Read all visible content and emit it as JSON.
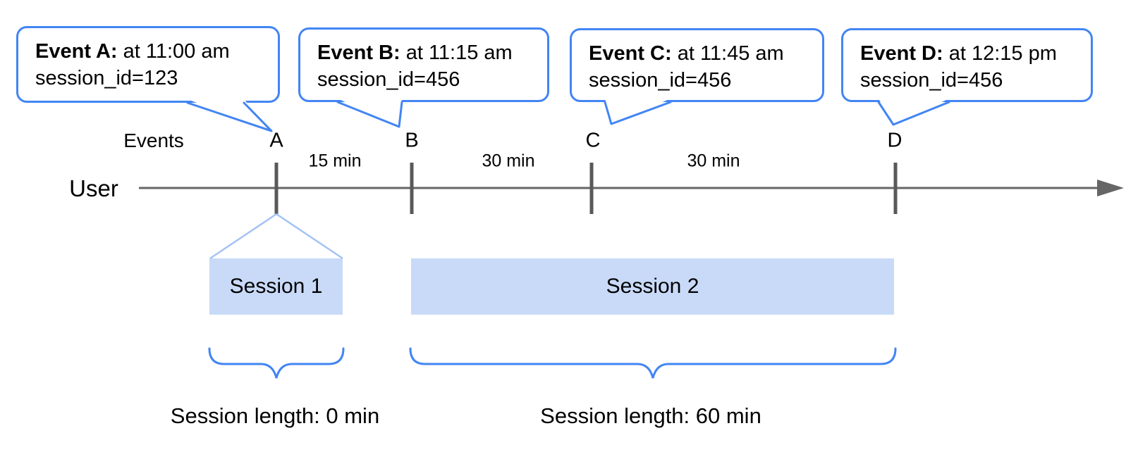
{
  "colors": {
    "accent_blue": "#4285F4",
    "light_blue_fill": "#C9DAF8",
    "light_blue_line": "#A4C2F4",
    "timeline_gray": "#666666",
    "tick_gray": "#595959",
    "text_black": "#000000"
  },
  "callouts": [
    {
      "title": "Event A:",
      "time_text": " at 11:00 am",
      "session_text": "session_id=123"
    },
    {
      "title": "Event B:",
      "time_text": " at 11:15 am",
      "session_text": "session_id=456"
    },
    {
      "title": "Event C:",
      "time_text": " at 11:45 am",
      "session_text": "session_id=456"
    },
    {
      "title": "Event D:",
      "time_text": " at 12:15 pm",
      "session_text": "session_id=456"
    }
  ],
  "timeline": {
    "axis_label": "Events",
    "row_label": "User",
    "markers": [
      "A",
      "B",
      "C",
      "D"
    ],
    "intervals": [
      "15 min",
      "30 min",
      "30 min"
    ]
  },
  "sessions": [
    {
      "label": "Session 1",
      "length": "Session length: 0 min"
    },
    {
      "label": "Session 2",
      "length": "Session length: 60 min"
    }
  ]
}
